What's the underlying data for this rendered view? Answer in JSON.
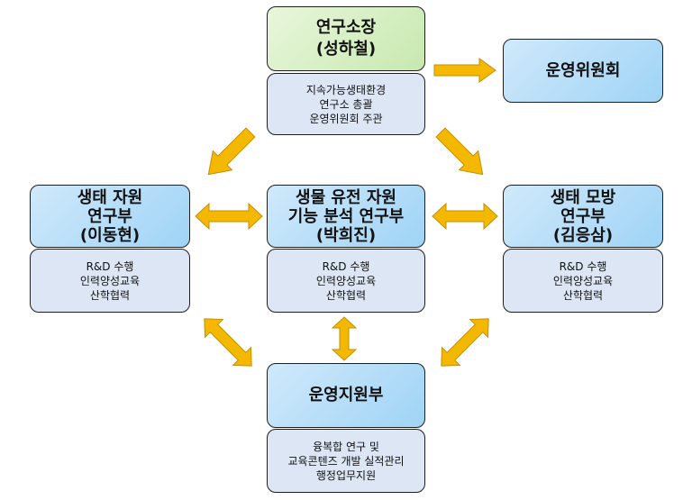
{
  "director": {
    "title": "연구소장",
    "name": "(성하철)",
    "desc": [
      "지속가능생태환경",
      "연구소 총괄",
      "운영위원회 주관"
    ]
  },
  "committee": {
    "title": "운영위원회"
  },
  "ecoResource": {
    "title": [
      "생태 자원",
      "연구부",
      "(이동현)"
    ],
    "desc": [
      "R&D 수행",
      "인력양성교육",
      "산학협력"
    ]
  },
  "bioGenetic": {
    "title": [
      "생물 유전 자원",
      "기능 분석 연구부",
      "(박희진)"
    ],
    "desc": [
      "R&D 수행",
      "인력양성교육",
      "산학협력"
    ]
  },
  "ecoSimulation": {
    "title": [
      "생태 모방",
      "연구부",
      "(김응삼)"
    ],
    "desc": [
      "R&D 수행",
      "인력양성교육",
      "산학협력"
    ]
  },
  "support": {
    "title": "운영지원부",
    "desc": [
      "융복합 연구 및",
      "교육콘텐즈 개발 실적관리",
      "행정업무지원"
    ]
  },
  "colors": {
    "arrow": "#f5b800",
    "arrowStroke": "#c28f00",
    "headBlue": "#b5ddf8",
    "headGreen": "#d6efc3",
    "desc": "#dce6f5"
  }
}
